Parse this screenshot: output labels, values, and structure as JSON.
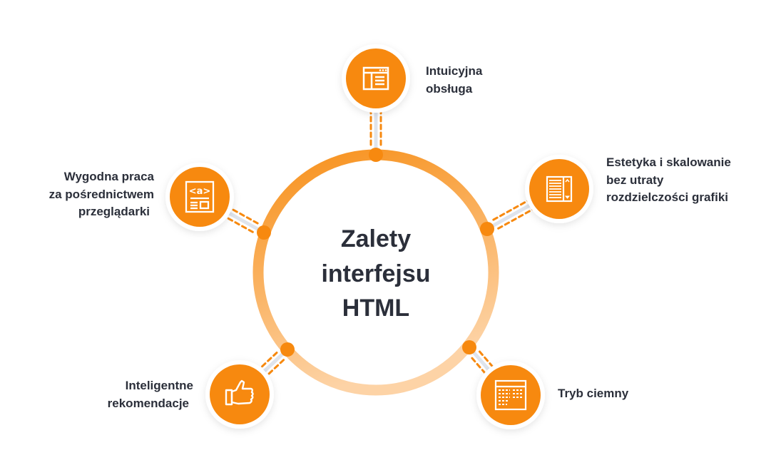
{
  "title": {
    "lines": [
      "Zalety",
      "interfejsu",
      "HTML"
    ]
  },
  "colors": {
    "accent": "#f7890f",
    "ring_top": "#f7931e",
    "ring_bottom": "#fdd3a6",
    "connector": "#dfe4ec",
    "text": "#2b2f3a"
  },
  "nodes": [
    {
      "id": "intuitive",
      "icon": "browser-window-icon",
      "label": [
        "Intuicyjna",
        "obsługa"
      ]
    },
    {
      "id": "scaling",
      "icon": "scrollable-document-icon",
      "label": [
        "Estetyka i skalowanie",
        "bez utraty",
        "rozdzielczości grafiki"
      ]
    },
    {
      "id": "browser",
      "icon": "html-page-icon",
      "label": [
        "Wygodna praca",
        "za pośrednictwem",
        "przeglądarki"
      ]
    },
    {
      "id": "recommendations",
      "icon": "thumbs-up-icon",
      "label": [
        "Inteligentne",
        "rekomendacje"
      ]
    },
    {
      "id": "dark-mode",
      "icon": "table-layout-icon",
      "label": [
        "Tryb ciemny"
      ]
    }
  ]
}
